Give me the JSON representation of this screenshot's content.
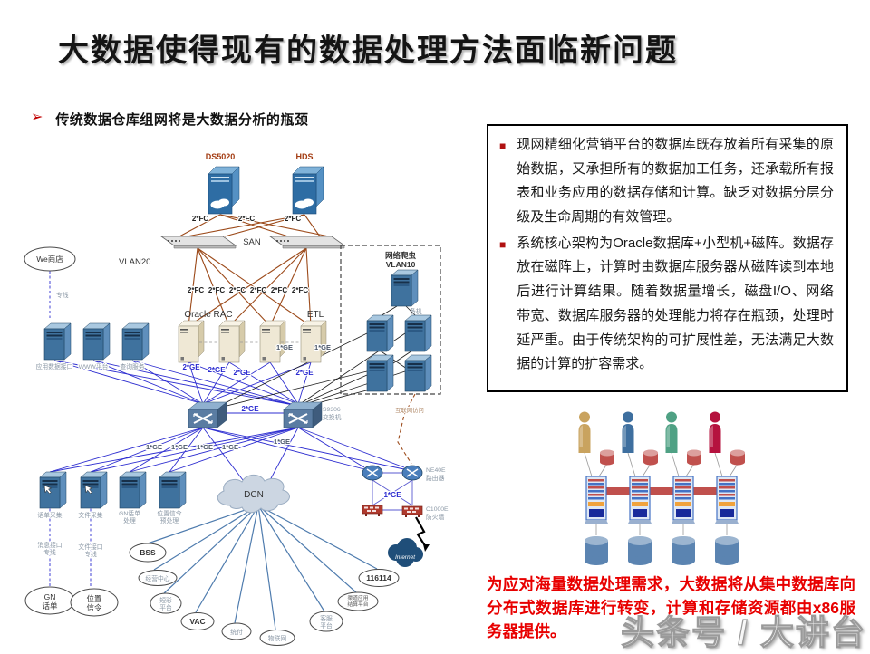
{
  "slide": {
    "title": "大数据使得现有的数据处理方法面临新问题",
    "bullet_marker": "➢",
    "bullet": "传统数据仓库组网将是大数据分析的瓶颈"
  },
  "textbox": {
    "bullet_marker": "■",
    "bullets": [
      "现网精细化营销平台的数据库既存放着所有采集的原始数据，又承担所有的数据加工任务，还承载所有报表和业务应用的数据存储和计算。缺乏对数据分层分级及生命周期的有效管理。",
      "系统核心架构为Oracle数据库+小型机+磁阵。数据存放在磁阵上，计算时由数据库服务器从磁阵读到本地后进行计算结果。随着数据量增长，磁盘I/O、网络带宽、数据库服务器的处理能力将存在瓶颈，处理时延严重。由于传统架构的可扩展性差，无法满足大数据的计算的扩容需求。"
    ]
  },
  "conclusion": {
    "text": "为应对海量数据处理需求，大数据将从集中数据库向分布式数据库进行转变，计算和存储资源都由x86服务器提供。",
    "color": "#e80000"
  },
  "watermark": {
    "text": "头条号 / 大讲台"
  },
  "diagram": {
    "labels": {
      "ds5020": "DS5020",
      "hds": "HDS",
      "fc2": "2*FC",
      "san": "SAN",
      "vlan20": "VLAN20",
      "webstore": "We商店",
      "leased": "专线",
      "crawler": "网络爬虫",
      "vlan10": "VLAN10",
      "standby": "备机",
      "oracle_rac": "Oracle RAC",
      "etl": "ETL",
      "ge2": "2*GE",
      "ge1": "1*GE",
      "s9306": "S9306",
      "switch": "交换机",
      "dcn": "DCN",
      "ne40e": "NE40E",
      "router": "路由器",
      "c1000e": "C1000E",
      "firewall": "防火墙",
      "internet": "Internet",
      "inet_note": "互联网访问",
      "cap1": "应用数据接口",
      "cap2": "WWW平台",
      "cap3": "查询服务",
      "srv1": "话单采集",
      "srv2": "文件采集",
      "srv3a": "GN话单",
      "srv3b": "处理",
      "srv4a": "位置信令",
      "srv4b": "预处理",
      "link1a": "消息接口",
      "link2a": "文件接口",
      "linkb": "专线",
      "gn_a": "GN",
      "gn_b": "话单",
      "loc_a": "位置",
      "loc_b": "信令",
      "bss": "BSS",
      "center": "经营中心",
      "sms_a": "短彩",
      "sms_b": "平台",
      "vac": "VAC",
      "pay": "统付",
      "iot": "物联网",
      "cs_a": "客服",
      "cs_b": "平台",
      "settle_a": "渠道应用",
      "settle_b": "结算平台",
      "n116114": "116114"
    }
  },
  "illustration": {
    "people_colors": [
      "#c9a35f",
      "#3e6f9f",
      "#4fa184",
      "#b5123e"
    ],
    "small_db_color": "#c0504d",
    "big_db_color": "#5b84b1",
    "bar_color": "#c0504d"
  }
}
